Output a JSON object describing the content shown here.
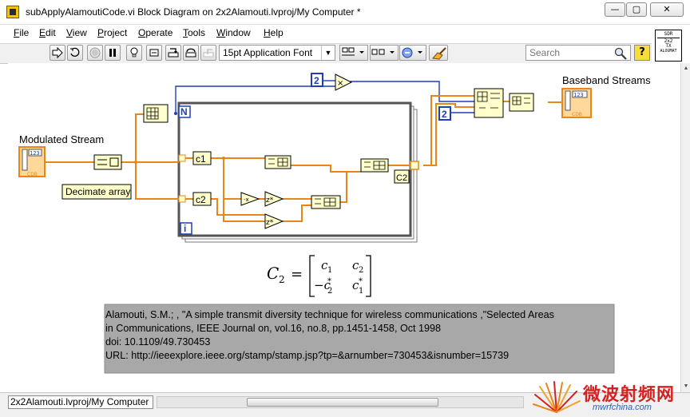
{
  "window": {
    "title": "subApplyAlamoutiCode.vi Block Diagram on 2x2Alamouti.lvproj/My Computer *",
    "minimize_glyph": "—",
    "maximize_glyph": "▢",
    "close_glyph": "✕"
  },
  "menu": [
    {
      "first": "F",
      "rest": "ile"
    },
    {
      "first": "E",
      "rest": "dit"
    },
    {
      "first": "V",
      "rest": "iew"
    },
    {
      "first": "P",
      "rest": "roject"
    },
    {
      "first": "O",
      "rest": "perate"
    },
    {
      "first": "T",
      "rest": "ools"
    },
    {
      "first": "W",
      "rest": "indow"
    },
    {
      "first": "H",
      "rest": "elp"
    }
  ],
  "vi_icon": {
    "line1": "SDR",
    "line2": "2x2",
    "line3": "TX",
    "line4": "ALOUMAT"
  },
  "toolbar": {
    "font": "15pt Application Font",
    "search_placeholder": "Search",
    "help_label": "?"
  },
  "diagram": {
    "labels": {
      "modulated_stream": "Modulated Stream",
      "baseband_streams": "Baseband Streams",
      "decimate": "Decimate array",
      "const_2_top": "2",
      "const_2_mid": "2",
      "N": "N",
      "i": "i",
      "c1": "c1",
      "c2": "c2",
      "C2": "C2",
      "cdb": "CDB",
      "num_123": "123",
      "multiply": "×",
      "conj": "z*",
      "neg": "-x"
    },
    "equation": {
      "lhs": "C",
      "lhs_sub": "2",
      "equals": "=",
      "r1c1": "c",
      "r1c1_sub": "1",
      "r1c2": "c",
      "r1c2_sub": "2",
      "r2c1": "−c",
      "r2c1_sup": "*",
      "r2c1_sub": "2",
      "r2c2": "c",
      "r2c2_sup": "*",
      "r2c2_sub": "1"
    },
    "reference": {
      "line1": "Alamouti, S.M.; , \"A simple transmit diversity technique for wireless communications ,\"Selected Areas",
      "line2": "in Communications, IEEE Journal on, vol.16, no.8, pp.1451-1458, Oct 1998",
      "line3": "doi: 10.1109/49.730453",
      "line4": "URL: http://ieeexplore.ieee.org/stamp/stamp.jsp?tp=&arnumber=730453&isnumber=15739"
    }
  },
  "status": {
    "project_path": "2x2Alamouti.lvproj/My Computer"
  },
  "watermark": {
    "title": "微波射频网",
    "url": "mwrfchina.com"
  },
  "colors": {
    "cdb_wire": "#e8861a",
    "int_wire": "#1f3fb4",
    "loop_border": "#555555",
    "reference_bg": "#a8a8a8",
    "label_bg": "#ffffcc"
  }
}
